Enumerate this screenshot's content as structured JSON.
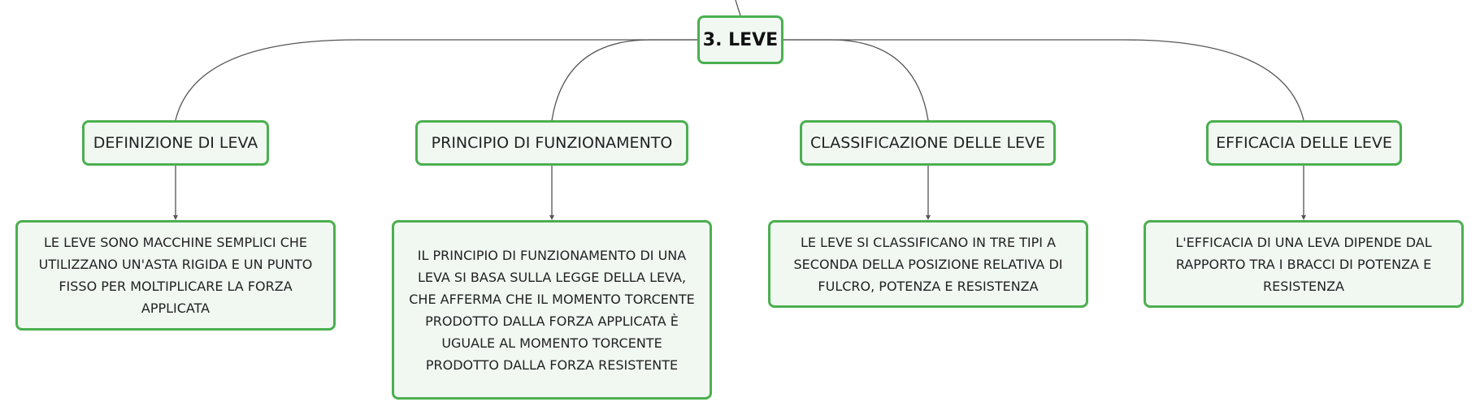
{
  "root": {
    "label": "3. LEVE"
  },
  "topics": [
    {
      "label": "DEFINIZIONE DI LEVA",
      "detail": "LE LEVE SONO MACCHINE SEMPLICI CHE UTILIZZANO UN'ASTA RIGIDA E UN PUNTO FISSO PER MOLTIPLICARE LA FORZA APPLICATA"
    },
    {
      "label": "PRINCIPIO DI FUNZIONAMENTO",
      "detail": "IL PRINCIPIO DI FUNZIONAMENTO DI UNA LEVA SI BASA SULLA LEGGE DELLA LEVA, CHE AFFERMA CHE IL MOMENTO TORCENTE PRODOTTO DALLA FORZA APPLICATA È UGUALE AL MOMENTO TORCENTE PRODOTTO DALLA FORZA RESISTENTE"
    },
    {
      "label": "CLASSIFICAZIONE DELLE LEVE",
      "detail": "LE LEVE SI CLASSIFICANO IN TRE TIPI A SECONDA DELLA POSIZIONE RELATIVA DI FULCRO, POTENZA E RESISTENZA"
    },
    {
      "label": "EFFICACIA DELLE LEVE",
      "detail": "L'EFFICACIA DI UNA LEVA DIPENDE DAL RAPPORTO TRA I BRACCI DI POTENZA E RESISTENZA"
    }
  ],
  "colors": {
    "node_border": "#4caf50",
    "node_fill": "#f1f8f2",
    "connector": "#555555"
  }
}
